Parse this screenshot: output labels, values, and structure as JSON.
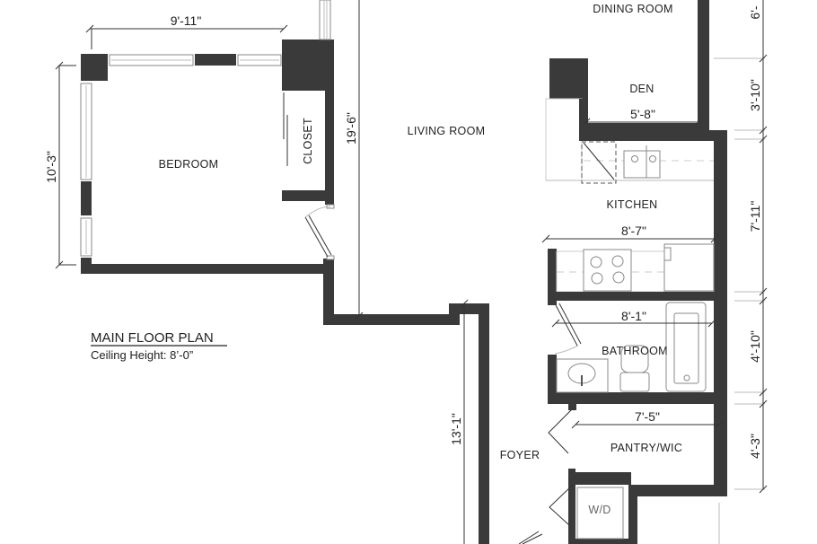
{
  "plan": {
    "title": "MAIN FLOOR PLAN",
    "subtitle": "Ceiling Height: 8’-0”",
    "wall_color": "#3a3a3a"
  },
  "rooms": {
    "dining": "DINING ROOM",
    "den": "DEN",
    "living": "LIVING ROOM",
    "bedroom": "BEDROOM",
    "closet": "CLOSET",
    "kitchen": "KITCHEN",
    "bathroom": "BATHROOM",
    "foyer": "FOYER",
    "pantry": "PANTRY/WIC",
    "wd": "W/D"
  },
  "dimensions": {
    "bedroom_width": "9'-11\"",
    "bedroom_depth": "10'-3\"",
    "living_depth": "19'-6\"",
    "den_width": "5'-8\"",
    "kitchen_width": "8'-7\"",
    "bathroom_width": "8'-1\"",
    "pantry_width": "7'-5\"",
    "foyer_depth": "13'-1\"",
    "right_1": "6'-",
    "right_2": "3'-10\"",
    "right_3": "7'-11\"",
    "right_4": "4'-10\"",
    "right_5": "4'-3\""
  }
}
